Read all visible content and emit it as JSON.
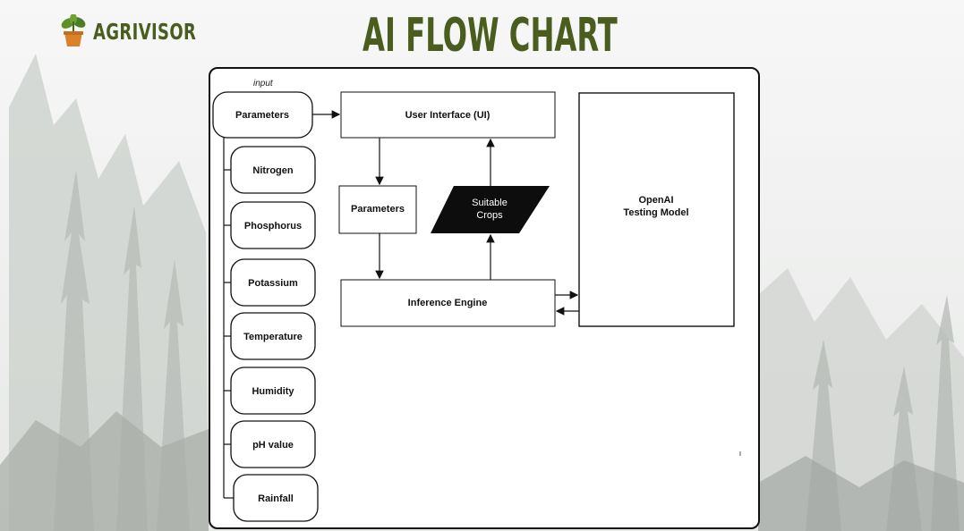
{
  "brand": {
    "name": "AGRIVISOR",
    "logo_icon": "potted-plant-icon"
  },
  "title": "AI FLOW CHART",
  "colors": {
    "title": "#4a5d1e",
    "brand": "#4a5d1e",
    "canvas_border": "#111111",
    "crops_fill": "#0d0d0d"
  },
  "diagram": {
    "input_label": "input",
    "parameters_root": "Parameters",
    "inputs": [
      "Nitrogen",
      "Phosphorus",
      "Potassium",
      "Temperature",
      "Humidity",
      "pH value",
      "Rainfall"
    ],
    "user_interface": "User Interface (UI)",
    "parameters_box": "Parameters",
    "suitable_crops": [
      "Suitable",
      "Crops"
    ],
    "inference_engine": "Inference Engine",
    "openai_model": [
      "OpenAI",
      "Testing Model"
    ]
  }
}
